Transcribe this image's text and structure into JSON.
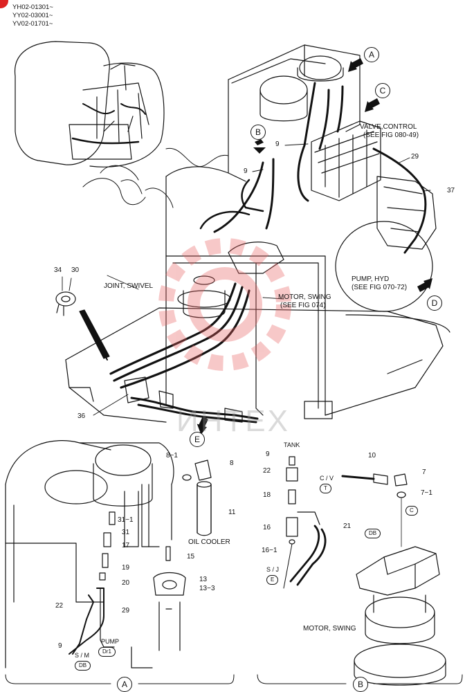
{
  "serials": [
    "YH02-01301~",
    "YY02-03001~",
    "YV02-01701~"
  ],
  "callouts": {
    "A": "A",
    "B": "B",
    "C": "C",
    "D": "D",
    "E": "E"
  },
  "labels": {
    "valve_control": "VALVE,CONTROL",
    "valve_control_ref": "(SEE FIG 080-49)",
    "joint_swivel": "JOINT, SWIVEL",
    "motor_swing": "MOTOR, SWING",
    "motor_swing_ref": "(SEE FIG 074)",
    "pump_hyd": "PUMP, HYD",
    "pump_hyd_ref": "(SEE FIG 070-72)",
    "oil_cooler": "OIL COOLER",
    "tank": "TANK",
    "pump": "PUMP",
    "sm": "S / M",
    "cv": "C / V",
    "sj": "S / J",
    "motor_swing_bottom": "MOTOR, SWING"
  },
  "tags": {
    "db1": "DB",
    "dr1": "Dr1",
    "t": "T",
    "c": "C",
    "db2": "DB",
    "e": "E"
  },
  "part_numbers": {
    "p9a": "9",
    "p9b": "9",
    "p29a": "29",
    "p37": "37",
    "p34": "34",
    "p30": "30",
    "p36": "36",
    "p8_1": "8−1",
    "p8": "8",
    "p11": "11",
    "p31_1": "31−1",
    "p31": "31",
    "p17": "17",
    "p15": "15",
    "p19": "19",
    "p20": "20",
    "p13": "13",
    "p13_3": "13−3",
    "p22a": "22",
    "p29b": "29",
    "p9c": "9",
    "p9d": "9",
    "p22b": "22",
    "p18": "18",
    "p16": "16",
    "p16_1": "16−1",
    "p21": "21",
    "p10": "10",
    "p7": "7",
    "p7_1": "7−1"
  },
  "watermark": "ИНТЕХ",
  "sections": {
    "left": "A",
    "right": "B"
  }
}
